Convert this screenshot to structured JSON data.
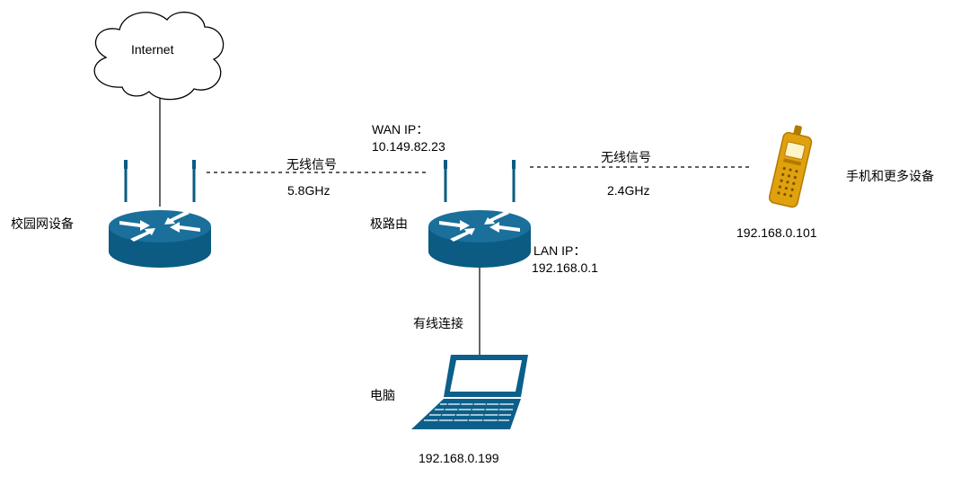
{
  "nodes": {
    "internet": {
      "label": "Internet"
    },
    "campus_device": {
      "label": "校园网设备"
    },
    "router": {
      "label": "极路由",
      "wan_ip_label": "WAN IP：",
      "wan_ip": "10.149.82.23",
      "lan_ip_label": "LAN IP：",
      "lan_ip": "192.168.0.1"
    },
    "phone": {
      "label": "手机和更多设备",
      "ip": "192.168.0.101"
    },
    "computer": {
      "label": "电脑",
      "ip": "192.168.0.199"
    }
  },
  "links": {
    "campus_router": {
      "label": "无线信号",
      "band": "5.8GHz"
    },
    "router_phone": {
      "label": "无线信号",
      "band": "2.4GHz"
    },
    "router_computer": {
      "label": "有线连接"
    }
  },
  "colors": {
    "router_top": "#1a6f9b",
    "router_side": "#0b5b82",
    "router_dark": "#08496b",
    "phone": "#e0a10e",
    "phone_dark": "#b37a00",
    "laptop": "#0b5f8a"
  }
}
